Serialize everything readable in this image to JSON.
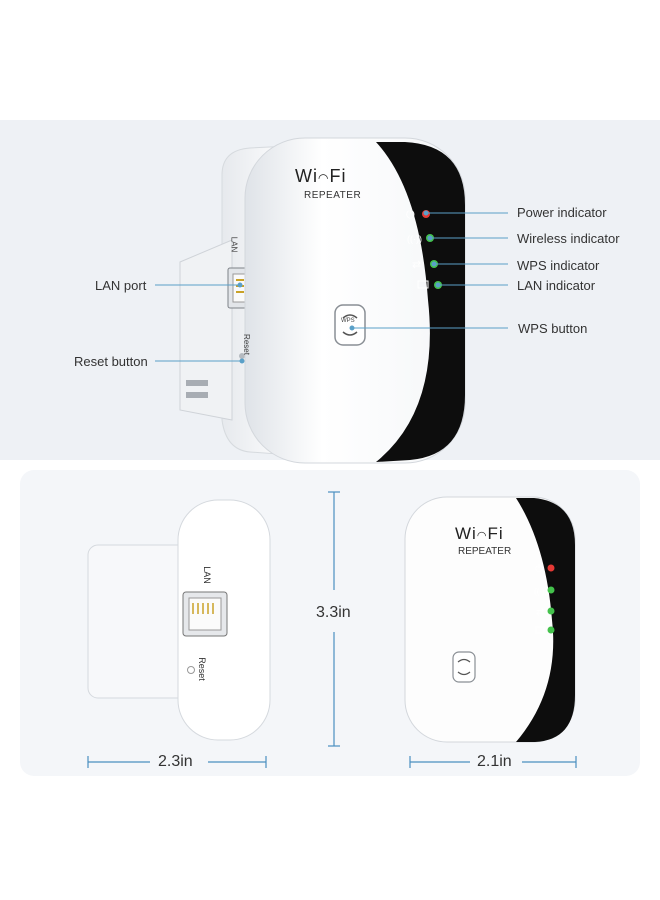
{
  "device": {
    "brand_wi": "Wi",
    "brand_fi": "Fi",
    "model": "REPEATER",
    "port_label": "LAN",
    "reset_label": "Reset",
    "wps_key": "WPS"
  },
  "callouts": {
    "power": "Power indicator",
    "wireless": "Wireless indicator",
    "wps": "WPS indicator",
    "lan": "LAN indicator",
    "wps_button": "WPS button",
    "lan_port": "LAN port",
    "reset_button": "Reset button"
  },
  "dimensions": {
    "depth": "2.3in",
    "height": "3.3in",
    "width": "2.1in"
  },
  "colors": {
    "led_red": "#e53935",
    "led_green": "#43c14b",
    "body_white": "#ffffff",
    "front_black": "#0d0d0d",
    "callout_line": "#5aa0c8"
  }
}
